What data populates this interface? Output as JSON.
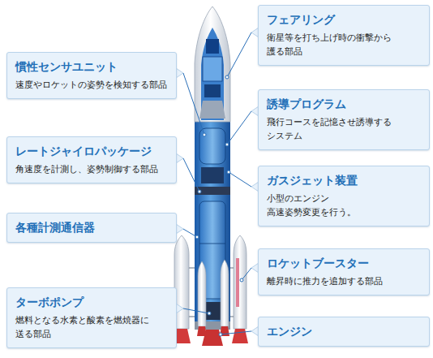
{
  "diagram": {
    "nodes": [
      {
        "text": [
          "慣性センサユニット",
          "速度やロケットの姿勢を検知する部品"
        ]
      },
      {
        "text": [
          "レートジャイロパッケージ",
          "角速度を計測し、姿勢制御する部品"
        ]
      },
      {
        "text": [
          "各種計測通信器"
        ]
      },
      {
        "text": [
          "ターボポンプ",
          "燃料となる水素と酸素を燃焼器に 送る部品"
        ]
      },
      {
        "text": [
          "フェアリング",
          "衛星等を打ち上げ時の衝撃から 護る部品"
        ]
      },
      {
        "text": [
          "誘導プログラム",
          "飛行コースを記憶させ誘導する システム"
        ]
      },
      {
        "text": [
          "ガスジェット装置",
          "小型のエンジン 高速姿勢変更を行う。"
        ]
      },
      {
        "text": [
          "ロケットブースター",
          "離昇時に推力を追加する部品"
        ]
      },
      {
        "text": [
          "エンジン"
        ]
      }
    ]
  }
}
